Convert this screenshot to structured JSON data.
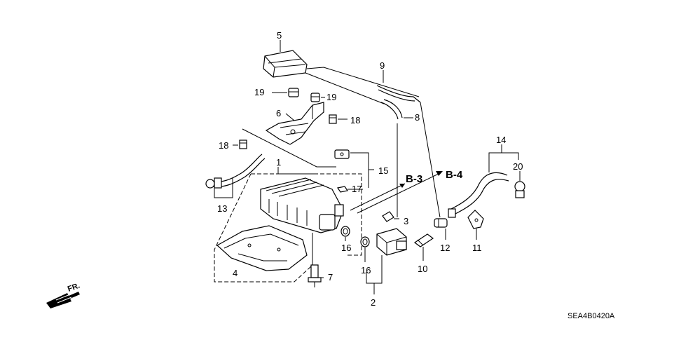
{
  "diagram": {
    "callouts": [
      "1",
      "2",
      "3",
      "4",
      "5",
      "6",
      "7",
      "8",
      "9",
      "10",
      "11",
      "12",
      "13",
      "14",
      "15",
      "16",
      "16",
      "17",
      "18",
      "18",
      "19",
      "19",
      "20"
    ],
    "refs": [
      "B-3",
      "B-4"
    ],
    "direction_label": "FR.",
    "drawing_code": "SEA4B0420A"
  }
}
